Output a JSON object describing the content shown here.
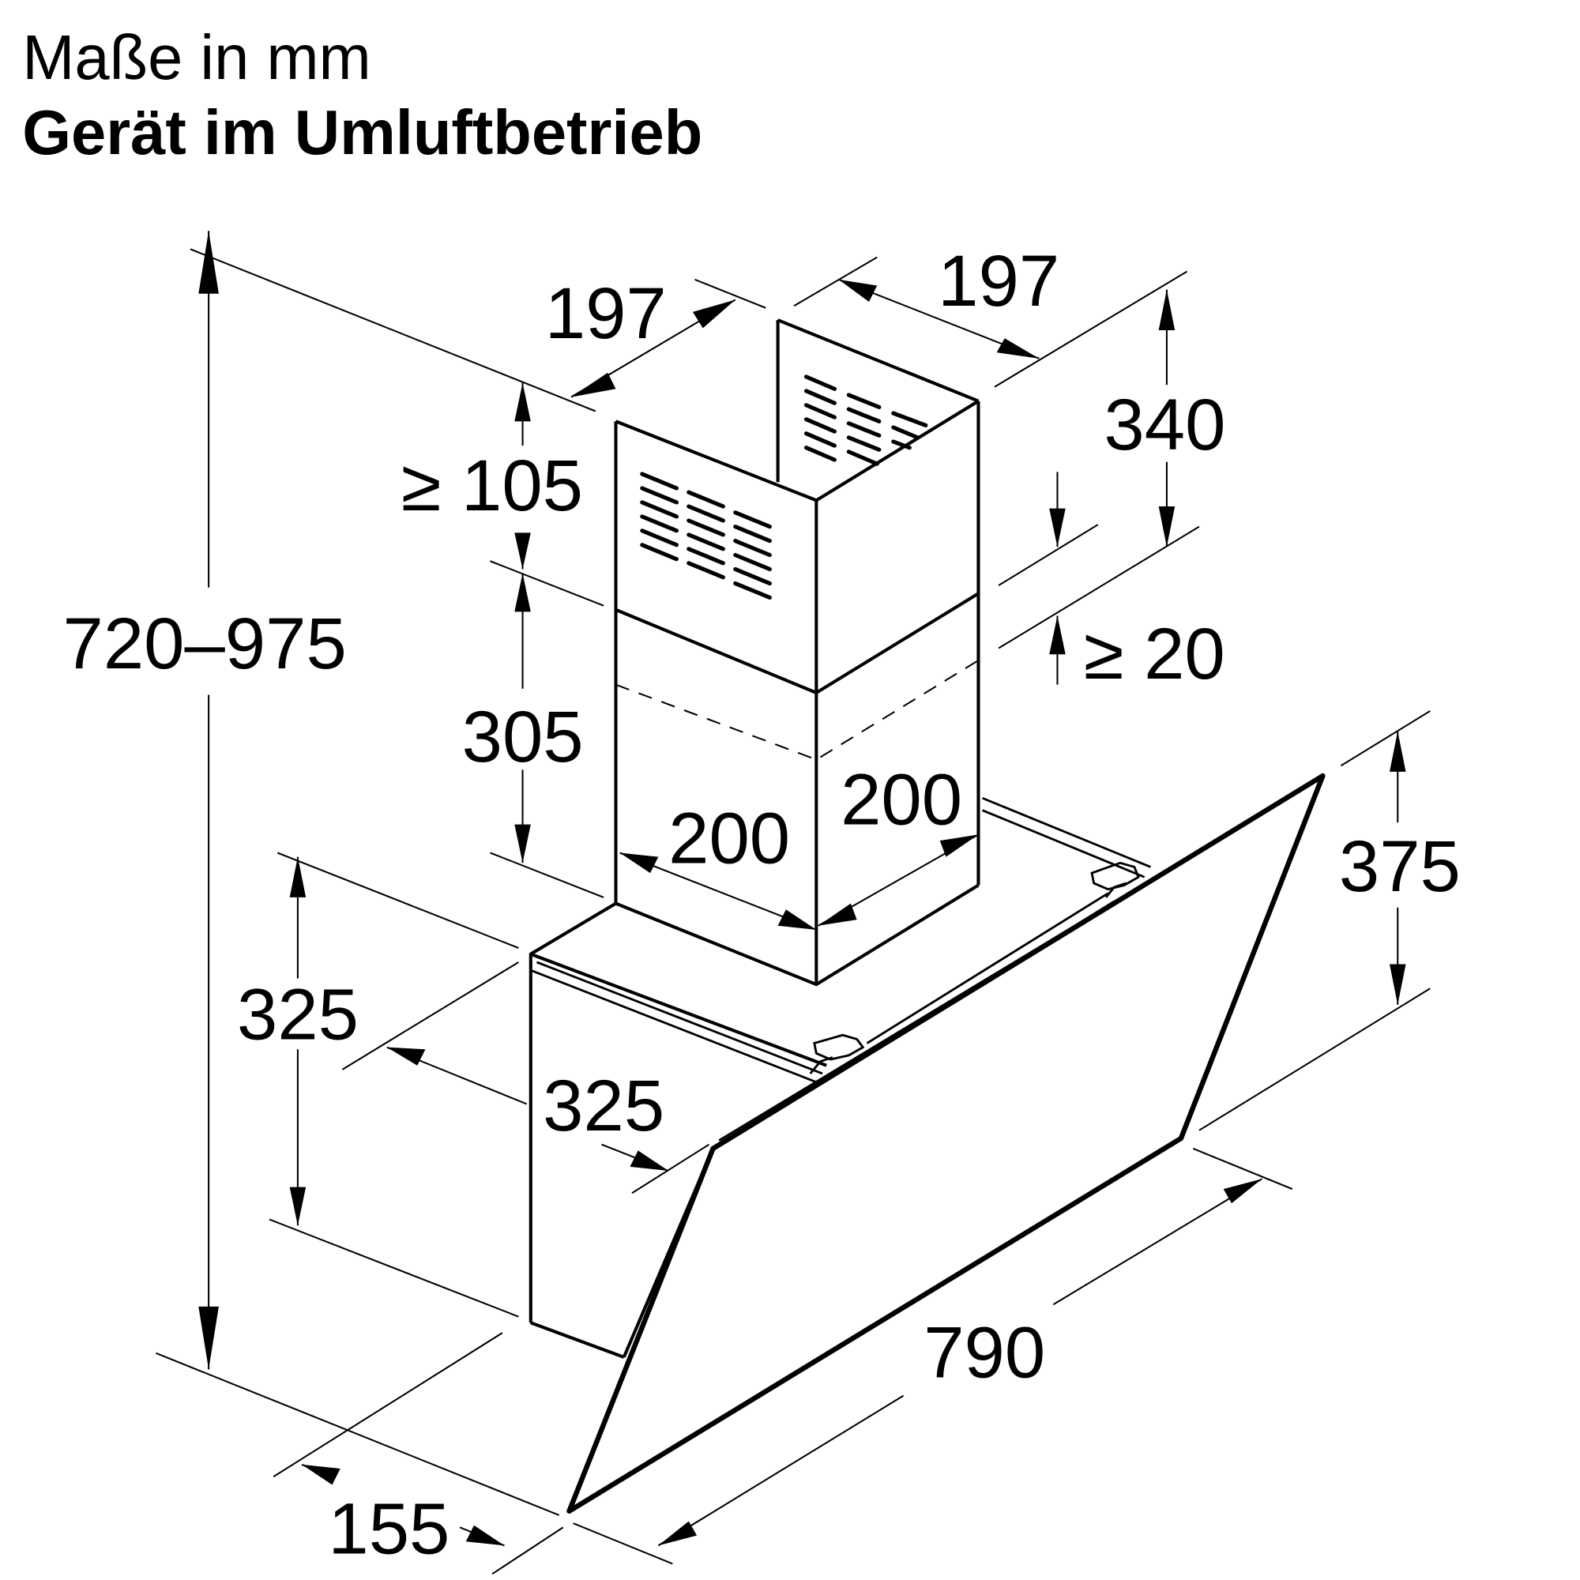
{
  "header": {
    "title": "Maße in mm",
    "subtitle": "Gerät im Umluftbetrieb"
  },
  "diagram": {
    "type": "technical-dimension-drawing",
    "subject": "wall-mounted inclined cooker hood in recirculation mode",
    "unit": "mm",
    "dimensions": {
      "total_height": "720–975",
      "upper_chimney_depth": "197",
      "upper_chimney_width": "197",
      "ceiling_gap_min": "≥ 105",
      "upper_chimney_height": "340",
      "overlap_min": "≥ 20",
      "lower_chimney_height": "305",
      "lower_chimney_depth": "200",
      "lower_chimney_width": "200",
      "body_height": "325",
      "body_depth": "325",
      "glass_panel_height": "375",
      "total_width": "790",
      "bottom_depth": "155"
    }
  }
}
